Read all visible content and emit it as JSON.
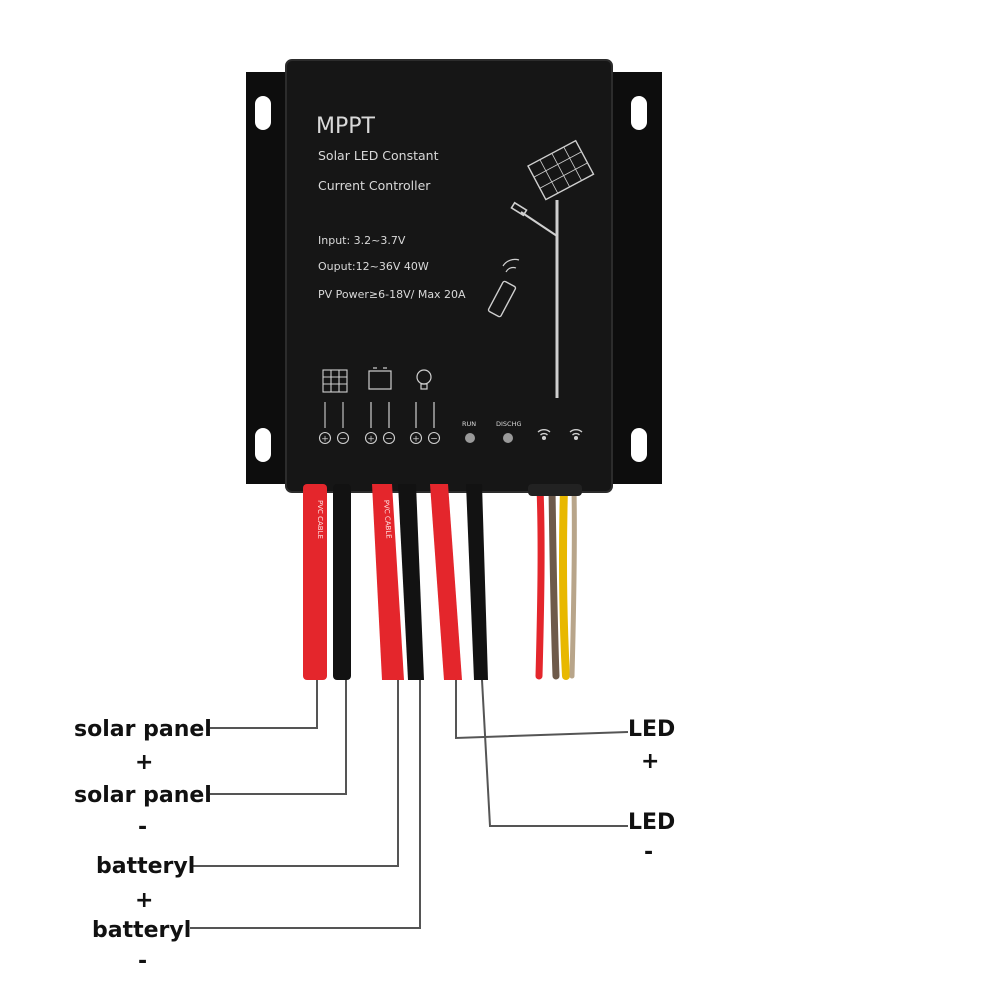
{
  "device": {
    "brand": "MPPT",
    "subtitle_line1": "Solar LED Constant",
    "subtitle_line2": "Current Controller",
    "spec_input": "Input: 3.2~3.7V",
    "spec_output": "Ouput:12~36V 40W",
    "spec_pv": "PV Power≥6-18V/ Max 20A",
    "indicator_run": "RUN",
    "indicator_discharge": "DISCHG",
    "terminal_plus": "+",
    "terminal_minus": "−",
    "body_color": "#141414",
    "indicator_color": "#9a9a9a"
  },
  "wires": {
    "red_color": "#e4262c",
    "black_color": "#121212",
    "yellow_color": "#e8b800",
    "brown_color": "#6e5a4a",
    "red_cable_print": "PVC CABLE"
  },
  "labels": {
    "solar_plus_name": "solar panel",
    "solar_plus_sign": "+",
    "solar_minus_name": "solar panel",
    "solar_minus_sign": "-",
    "battery_plus_name": "batteryl",
    "battery_plus_sign": "+",
    "battery_minus_name": "batteryl",
    "battery_minus_sign": "-",
    "led_plus_name": "LED",
    "led_plus_sign": "+",
    "led_minus_name": "LED",
    "led_minus_sign": "-"
  }
}
